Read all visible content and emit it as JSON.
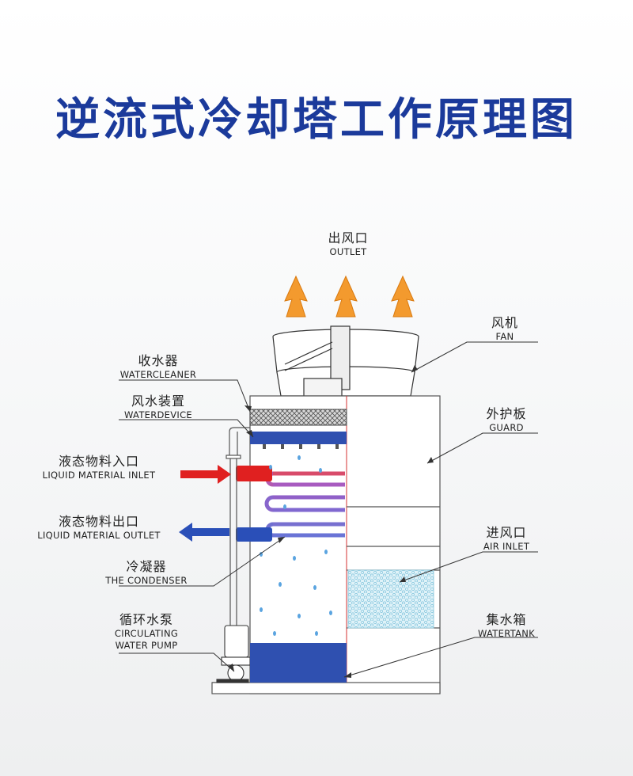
{
  "title": "逆流式冷却塔工作原理图",
  "labels": {
    "outlet": {
      "zh": "出风口",
      "en": "OUTLET"
    },
    "fan": {
      "zh": "风机",
      "en": "FAN"
    },
    "watercleaner": {
      "zh": "收水器",
      "en": "WATERCLEANER"
    },
    "waterdevice": {
      "zh": "风水装置",
      "en": "WATERDEVICE"
    },
    "guard": {
      "zh": "外护板",
      "en": "GUARD"
    },
    "liquid_inlet": {
      "zh": "液态物料入口",
      "en": "LIQUID MATERIAL INLET"
    },
    "liquid_outlet": {
      "zh": "液态物料出口",
      "en": "LIQUID MATERIAL OUTLET"
    },
    "air_inlet": {
      "zh": "进风口",
      "en": "AIR INLET"
    },
    "condenser": {
      "zh": "冷凝器",
      "en": "THE CONDENSER"
    },
    "pump": {
      "zh": "循环水泵",
      "en1": "CIRCULATING",
      "en2": "WATER PUMP"
    },
    "watertank": {
      "zh": "集水箱",
      "en": "WATERTANK"
    }
  },
  "colors": {
    "title": "#1b3a9b",
    "arrow_up": "#f39a2e",
    "inlet_red": "#e02020",
    "outlet_blue": "#2a4fb8",
    "water": "#2f50b0",
    "drop": "#5aa4e0"
  }
}
